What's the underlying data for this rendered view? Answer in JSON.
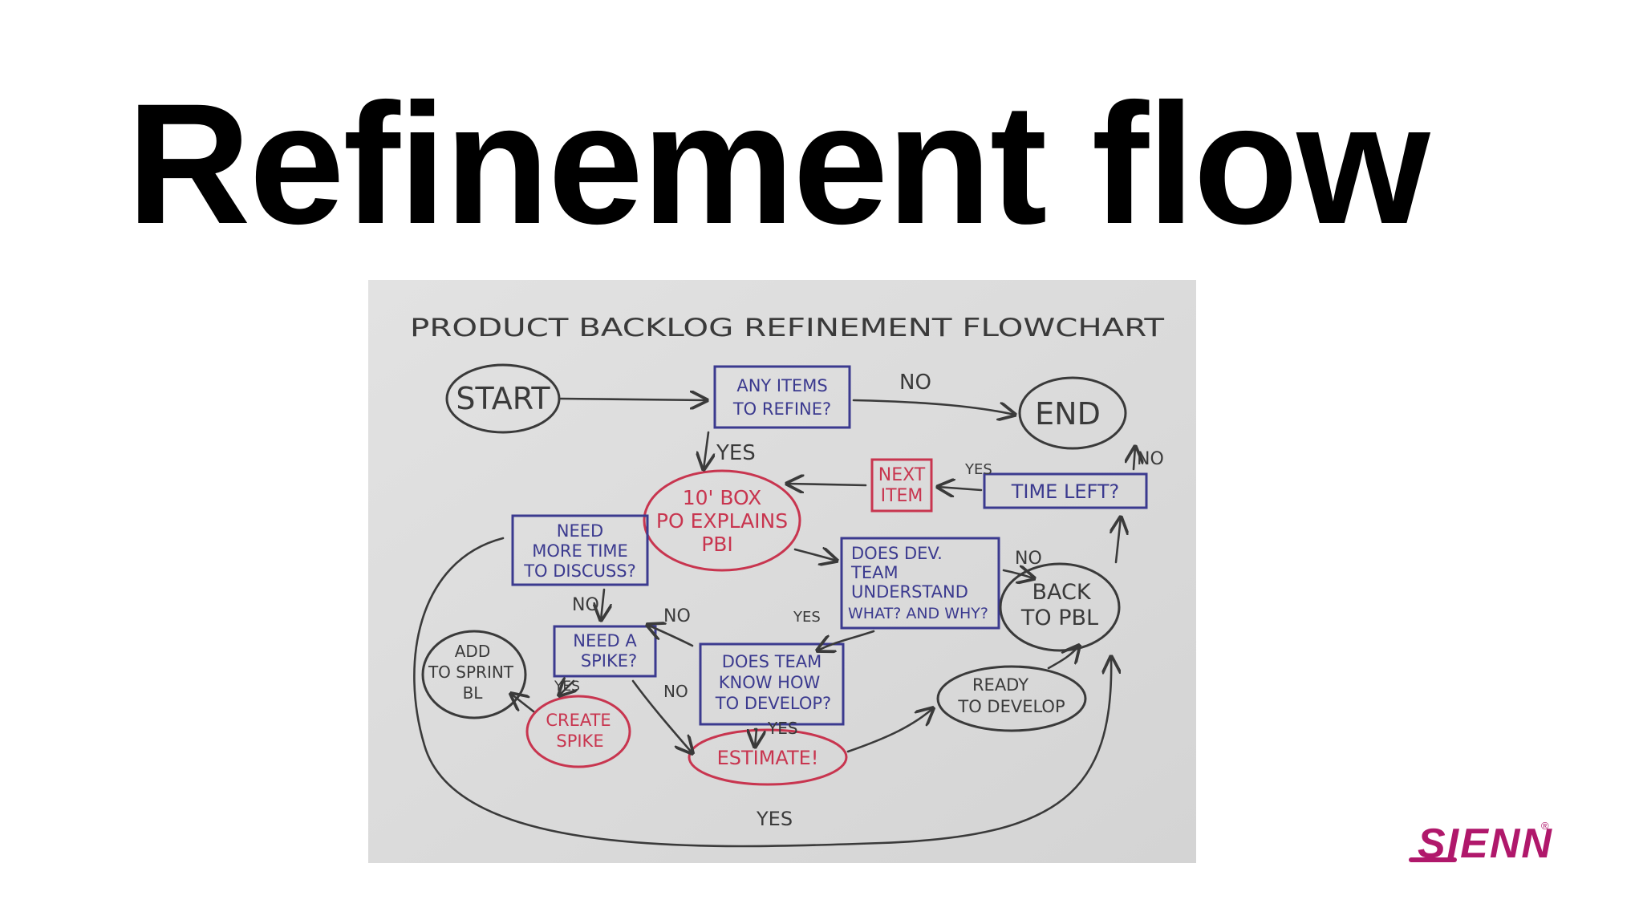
{
  "slide": {
    "title": "Refinement flow"
  },
  "flowchart": {
    "heading": "PRODUCT BACKLOG REFINEMENT FLOWCHART",
    "nodes": {
      "start": "START",
      "any_items": [
        "ANY ITEMS",
        "TO REFINE?"
      ],
      "end": "END",
      "next_item": [
        "NEXT",
        "ITEM"
      ],
      "time_left": "TIME LEFT?",
      "timebox": [
        "10' BOX",
        "PO EXPLAINS",
        "PBI"
      ],
      "need_more_time": [
        "NEED",
        "MORE TIME",
        "TO DISCUSS?"
      ],
      "does_dev_team": [
        "DOES DEV.",
        "TEAM",
        "UNDERSTAND",
        "WHAT? AND WHY?"
      ],
      "back_to_pbl": [
        "BACK",
        "TO PBL"
      ],
      "need_spike": [
        "NEED A",
        "SPIKE?"
      ],
      "add_to_sprint": [
        "ADD",
        "TO SPRINT",
        "BL"
      ],
      "create_spike": [
        "CREATE",
        "SPIKE"
      ],
      "does_team_know": [
        "DOES TEAM",
        "KNOW HOW",
        "TO DEVELOP?"
      ],
      "ready": [
        "READY",
        "TO DEVELOP"
      ],
      "estimate": "ESTIMATE!"
    },
    "edge_labels": {
      "any_no": "NO",
      "any_yes": "YES",
      "time_no": "NO",
      "time_yes": "YES",
      "understand_no": "NO",
      "understand_yes": "YES",
      "more_time_no": "NO",
      "know_no_back": "NO",
      "spike_yes": "YES",
      "spike_no": "NO",
      "know_yes": "YES",
      "loop_yes": "YES"
    },
    "colors": {
      "paper": "#dcdcdc",
      "oval_black": "#3a3a3a",
      "box_blue": "#3b3a8f",
      "text_blue": "#3b3a8f",
      "red": "#c8354f",
      "arrow": "#3a3a3a"
    }
  },
  "brand": {
    "logo_text": "SIENN",
    "registered": "®"
  }
}
